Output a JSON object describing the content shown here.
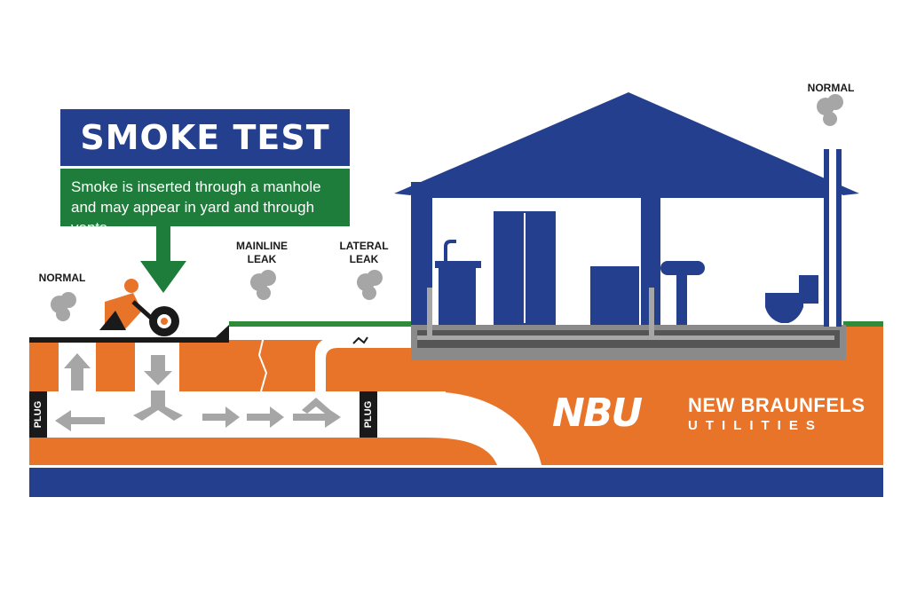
{
  "title": "SMOKE TEST",
  "description": "Smoke is inserted through a manhole and may appear in yard and through vents.",
  "labels": {
    "normal_left": "NORMAL",
    "mainline_leak_1": "MAINLINE",
    "mainline_leak_2": "LEAK",
    "lateral_leak_1": "LATERAL",
    "lateral_leak_2": "LEAK",
    "normal_right": "NORMAL",
    "plug_left": "PLUG",
    "plug_right": "PLUG"
  },
  "brand": {
    "logo": "NBU",
    "name": "NEW BRAUNFELS",
    "sub": "UTILITIES"
  },
  "colors": {
    "orange": "#e8742a",
    "blue": "#233f8e",
    "green": "#1e7d3a",
    "smoke": "#a6a6a6",
    "ground": "#1a1a1a"
  }
}
